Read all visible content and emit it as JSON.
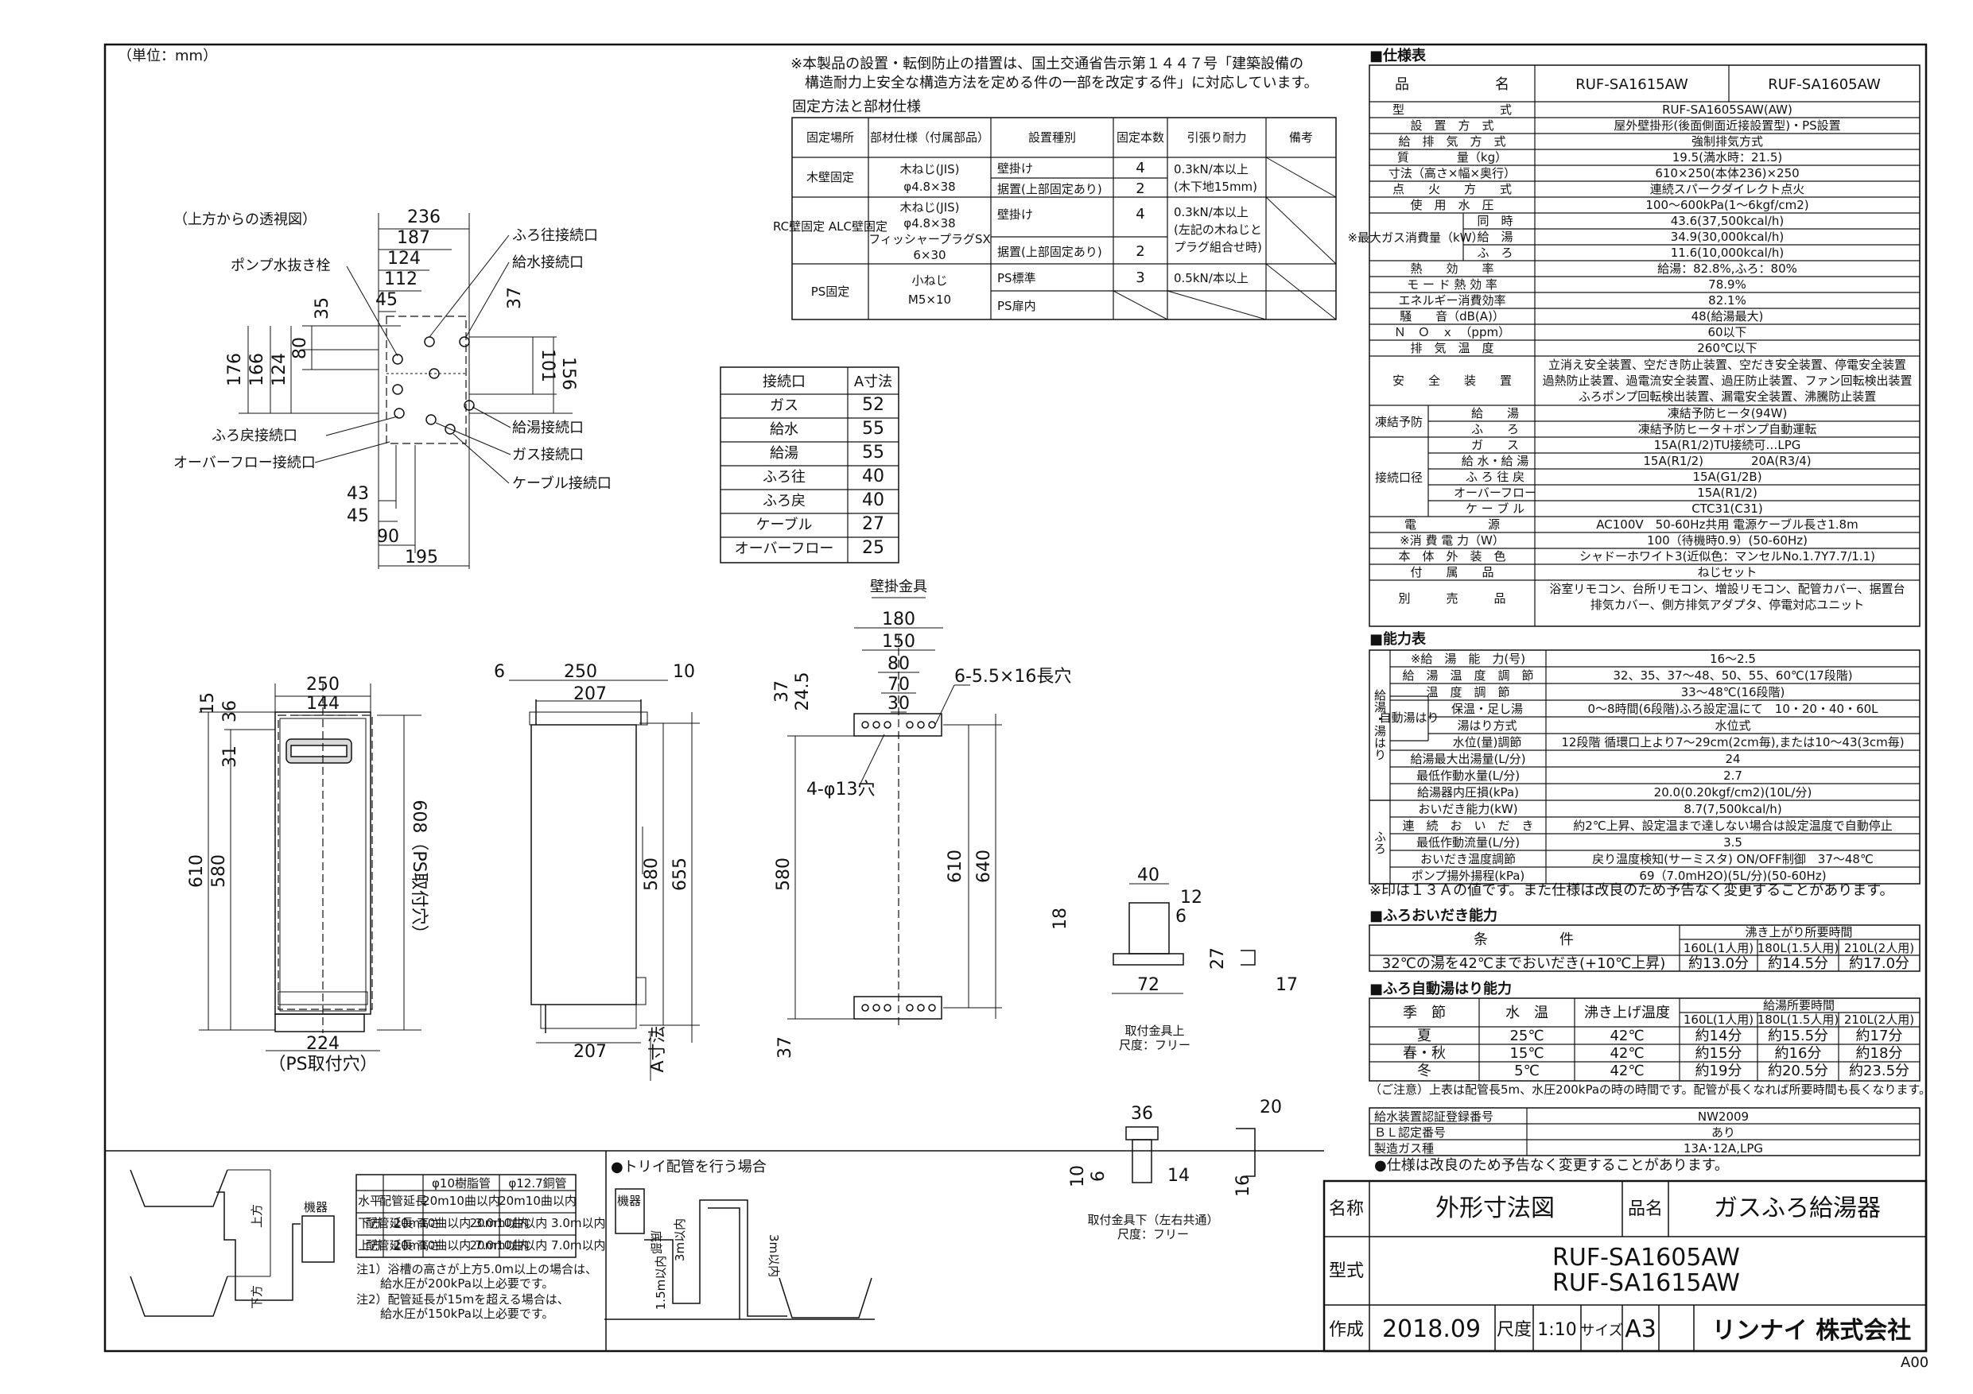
{
  "unit": "（単位：mm）",
  "note_top": [
    "※本製品の設置・転倒防止の措置は、国土交通省告示第１４４７号「建築設備の",
    "構造耐力上安全な構造方法を定める件の一部を改定する件」に対応しています。"
  ],
  "fix_title": "固定方法と部材仕様",
  "fix_headers": [
    "固定場所",
    "部材仕様（付属部品）",
    "設置種別",
    "固定本数",
    "引張り耐力",
    "備考"
  ],
  "fix_rows": [
    {
      "place": "木壁固定",
      "part": [
        "木ねじ(JIS)",
        "φ4.8×38"
      ],
      "types": [
        "壁掛け",
        "据置(上部固定あり)"
      ],
      "counts": [
        "4",
        "2"
      ],
      "tension": [
        "0.3kN/本以上",
        "(木下地15mm)"
      ]
    },
    {
      "place": "RC壁固定 ALC壁固定",
      "part": [
        "木ねじ(JIS)",
        "φ4.8×38",
        "フィッシャープラグSX",
        "6×30"
      ],
      "types": [
        "壁掛け",
        "据置(上部固定あり)"
      ],
      "counts": [
        "4",
        "2"
      ],
      "tension": [
        "0.3kN/本以上",
        "(左記の木ねじと",
        "プラグ組合せ時)"
      ]
    },
    {
      "place": "PS固定",
      "part": [
        "小ねじ",
        "M5×10"
      ],
      "types": [
        "PS標準",
        "PS扉内"
      ],
      "counts": [
        "3",
        ""
      ],
      "tension": [
        "0.5kN/本以上",
        ""
      ]
    }
  ],
  "topview": {
    "title": "（上方からの透視図）",
    "labels": [
      "ポンプ水抜き栓",
      "ふろ往接続口",
      "給水接続口",
      "給湯接続口",
      "ふろ戻接続口",
      "ガス接続口",
      "オーバーフロー接続口",
      "ケーブル接続口"
    ],
    "dims": [
      "236",
      "187",
      "124",
      "112",
      "45",
      "35",
      "37",
      "80",
      "124",
      "166",
      "176",
      "101",
      "156",
      "43",
      "45",
      "90",
      "195"
    ]
  },
  "adim": {
    "headers": [
      "接続口",
      "A寸法"
    ],
    "rows": [
      [
        "ガス",
        "52"
      ],
      [
        "給水",
        "55"
      ],
      [
        "給湯",
        "55"
      ],
      [
        "ふろ往",
        "40"
      ],
      [
        "ふろ戻",
        "40"
      ],
      [
        "ケーブル",
        "27"
      ],
      [
        "オーバーフロー",
        "25"
      ]
    ]
  },
  "front_dims": [
    "250",
    "144",
    "15",
    "36",
    "31",
    "610",
    "580",
    "608（PS取付穴）",
    "224",
    "（PS取付穴）"
  ],
  "side_dims": [
    "6",
    "250",
    "10",
    "207",
    "580",
    "655",
    "207",
    "A寸法"
  ],
  "bracket": {
    "title": "壁掛金具",
    "dims": [
      "180",
      "150",
      "80",
      "70",
      "30",
      "37",
      "24.5",
      "6-5.5×16長穴",
      "4-φ13穴",
      "580",
      "610",
      "640",
      "37"
    ]
  },
  "fitting1": {
    "dims": [
      "40",
      "12",
      "6",
      "18",
      "27",
      "72",
      "17"
    ],
    "title": "取付金具上",
    "sub": "尺度：フリー"
  },
  "fitting2": {
    "dims": [
      "36",
      "20",
      "10",
      "6",
      "14",
      "16"
    ],
    "title": "取付金具下（左右共通）",
    "sub": "尺度：フリー"
  },
  "pipe": {
    "headers": [
      "",
      "",
      "φ10樹脂管",
      "φ12.7銅管"
    ],
    "rows": [
      [
        "水平",
        "配管延長",
        "20m10曲以内",
        "20m10曲以内"
      ],
      [
        "下方",
        "配管延長 高さ",
        "20m10曲以内 3.0m以内",
        "20m10曲以内 3.0m以内"
      ],
      [
        "上方",
        "配管延長 高さ",
        "20m10曲以内 7.0m以内",
        "20m10曲以内 7.0m以内"
      ]
    ],
    "notes": [
      "注1）浴槽の高さが上方5.0m以上の場合は、",
      "　　給水圧が200kPa以上必要です。",
      "注2）配管延長が15mを超える場合は、",
      "　　給水圧が150kPa以上必要です。"
    ],
    "labels": [
      "機器",
      "上方",
      "下方"
    ],
    "tori_title": "●トリイ配管を行う場合",
    "tori_labels": [
      "機器",
      "底部",
      "3m以内",
      "1.5m以内",
      "3m以内"
    ]
  },
  "spec_title": "■仕様表",
  "spec_model_label": "品　　　　　　名",
  "spec_models": [
    "RUF-SA1615AW",
    "RUF-SA1605AW"
  ],
  "spec_rows": [
    [
      "型　　　　　　　　式",
      "RUF-SA1605SAW(AW)"
    ],
    [
      "設　置　方　式",
      "屋外壁掛形(後面側面近接設置型)・PS設置"
    ],
    [
      "給　排　気　方　式",
      "強制排気方式"
    ],
    [
      "質　　　　量（kg）",
      "19.5(満水時：21.5)"
    ],
    [
      "寸法（高さ×幅×奥行）",
      "610×250(本体236)×250"
    ],
    [
      "点　　火　　方　　式",
      "連続スパークダイレクト点火"
    ],
    [
      "使　用　水　圧",
      "100〜600kPa(1〜6kgf/cm2)"
    ]
  ],
  "spec_gas": {
    "label": "※最大ガス消費量（kW）",
    "rows": [
      [
        "同　時",
        "43.6(37,500kcal/h)"
      ],
      [
        "給　湯",
        "34.9(30,000kcal/h)"
      ],
      [
        "ふ　ろ",
        "11.6(10,000kcal/h)"
      ]
    ]
  },
  "spec_rows2": [
    [
      "熱　　効　　率",
      "給湯：82.8%,ふろ：80%"
    ],
    [
      "モ ー ド 熱 効 率",
      "78.9%"
    ],
    [
      "エネルギー消費効率",
      "82.1%"
    ],
    [
      "騒　　音（dB(A)）",
      "48(給湯最大)"
    ],
    [
      "Ｎ　Ｏ　ｘ　（ppm）",
      "60以下"
    ],
    [
      "排　気　温　度",
      "260℃以下"
    ]
  ],
  "spec_safety": {
    "label": "安　　全　　装　　置",
    "lines": [
      "立消え安全装置、空だき防止装置、空だき安全装置、停電安全装置",
      "過熱防止装置、過電流安全装置、過圧防止装置、ファン回転検出装置",
      "ふろポンプ回転検出装置、漏電安全装置、沸騰防止装置"
    ]
  },
  "spec_freeze": {
    "label": "凍結予防",
    "rows": [
      [
        "給　　湯",
        "凍結予防ヒータ(94W)"
      ],
      [
        "ふ　　ろ",
        "凍結予防ヒータ＋ポンプ自動運転"
      ]
    ]
  },
  "spec_conn": {
    "label": "接続口径",
    "rows": [
      [
        "ガ　　ス",
        "15A(R1/2)TU接続可…LPG"
      ],
      [
        "給 水・給 湯",
        "15A(R1/2)　　　　20A(R3/4)"
      ],
      [
        "ふ ろ 往 戻",
        "15A(G1/2B)"
      ],
      [
        "オーバーフロー",
        "15A(R1/2)"
      ],
      [
        "ケ ー ブ ル",
        "CTC31(C31)"
      ]
    ]
  },
  "spec_rows3": [
    [
      "電　　　　　　源",
      "AC100V　50-60Hz共用 電源ケーブル長さ1.8m"
    ],
    [
      "※消 費 電 力（W）",
      "100（待機時0.9）(50-60Hz)"
    ],
    [
      "本　体　外　装　色",
      "シャドーホワイト3(近似色：マンセルNo.1.7Y7.7/1.1)"
    ],
    [
      "付　　属　　品",
      "ねじセット"
    ]
  ],
  "spec_sold": {
    "label": "別　　　売　　　品",
    "lines": [
      "浴室リモコン、台所リモコン、増設リモコン、配管カバー、据置台",
      "排気カバー、側方排気アダプタ、停電対応ユニット"
    ]
  },
  "perf_title": "■能力表",
  "perf_rows": [
    [
      "給湯・湯はり",
      "※給　湯　能　力(号)",
      "16〜2.5"
    ],
    [
      "",
      "給　湯　温　度　調　節",
      "32、35、37〜48、50、55、60℃(17段階)"
    ],
    [
      "",
      "温　度　調　節",
      "33〜48℃(16段階)"
    ],
    [
      "",
      "保温・足し湯",
      "0〜8時間(6段階)ふろ設定温にて　10・20・40・60L"
    ],
    [
      "",
      "湯はり方式",
      "水位式"
    ],
    [
      "",
      "水位(量)調節",
      "12段階 循環口上より7〜29cm(2cm毎),または10〜43(3cm毎)"
    ],
    [
      "",
      "給湯最大出湯量(L/分)",
      "24"
    ],
    [
      "",
      "最低作動水量(L/分)",
      "2.7"
    ],
    [
      "",
      "給湯器内圧損(kPa)",
      "20.0(0.20kgf/cm2)(10L/分)"
    ],
    [
      "ふろ",
      "おいだき能力(kW)",
      "8.7(7,500kcal/h)"
    ],
    [
      "",
      "連　続　お　い　だ　き",
      "約2℃上昇、設定温まで達しない場合は設定温度で自動停止"
    ],
    [
      "",
      "最低作動流量(L/分)",
      "3.5"
    ],
    [
      "",
      "おいだき温度調節",
      "戻り温度検知(サーミスタ) ON/OFF制御　37〜48℃"
    ],
    [
      "",
      "ポンプ揚外揚程(kPa)",
      "69（7.0mH2O)(5L/分)(50-60Hz)"
    ]
  ],
  "perf_auto_label": "自動湯はり",
  "perf_note": "※印は１３Ａの値です。また仕様は改良のため予告なく変更することがあります。",
  "oidaki": {
    "title": "■ふろおいだき能力",
    "cond": "条　　　　　件",
    "time": "沸き上がり所要時間",
    "cols": [
      "160L(1人用)",
      "180L(1.5人用)",
      "210L(2人用)"
    ],
    "row": [
      "32℃の湯を42℃までおいだき(+10℃上昇)",
      "約13.0分",
      "約14.5分",
      "約17.0分"
    ]
  },
  "yuhari": {
    "title": "■ふろ自動湯はり能力",
    "headers": [
      "季　節",
      "水　温",
      "沸き上げ温度",
      "給湯所要時間"
    ],
    "cols": [
      "160L(1人用)",
      "180L(1.5人用)",
      "210L(2人用)"
    ],
    "rows": [
      [
        "夏",
        "25℃",
        "42℃",
        "約14分",
        "約15.5分",
        "約17分"
      ],
      [
        "春・秋",
        "15℃",
        "42℃",
        "約15分",
        "約16分",
        "約18分"
      ],
      [
        "冬",
        "5℃",
        "42℃",
        "約19分",
        "約20.5分",
        "約23.5分"
      ]
    ],
    "note": "（ご注意）上表は配管長5m、水圧200kPaの時の時間です。配管が長くなれば所要時間も長くなります。"
  },
  "cert": {
    "rows": [
      [
        "給水装置認証登録番号",
        "NW2009"
      ],
      [
        "ＢＬ認定番号",
        "あり"
      ],
      [
        "製造ガス種",
        "13A･12A,LPG"
      ]
    ],
    "note": "●仕様は改良のため予告なく変更することがあります。"
  },
  "title_block": {
    "name_label": "名称",
    "name": "外形寸法図",
    "product_label": "品名",
    "product": "ガスふろ給湯器",
    "model_label": "型式",
    "models": [
      "RUF-SA1605AW",
      "RUF-SA1615AW"
    ],
    "made_label": "作成",
    "date": "2018.09",
    "scale_label": "尺度",
    "scale": "1:10",
    "size_label": "サイズ",
    "size": "A3",
    "company": "リンナイ 株式会社"
  },
  "sheet_no": "A00"
}
